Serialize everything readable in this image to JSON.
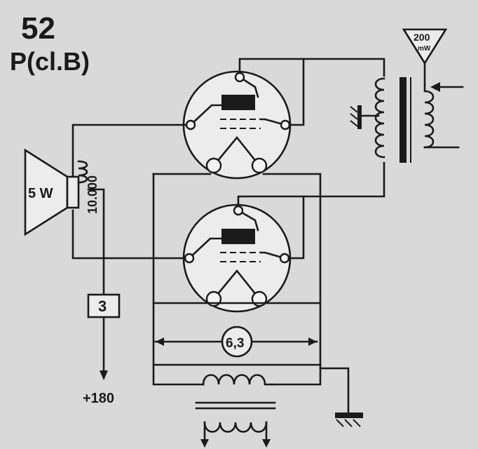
{
  "header": {
    "number": "52",
    "class": "P(cl.B)"
  },
  "speaker": {
    "power": "5 W",
    "impedance": "10.000"
  },
  "supply": {
    "fuse": "3",
    "voltage": "+180"
  },
  "input": {
    "level": "200 mW",
    "level_value": "200",
    "level_unit": "mW"
  },
  "heater": {
    "voltage": "6,3"
  }
}
